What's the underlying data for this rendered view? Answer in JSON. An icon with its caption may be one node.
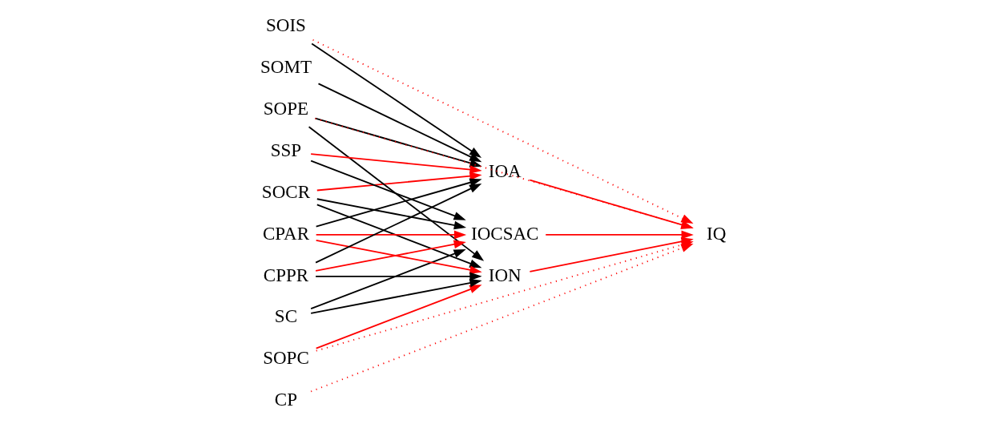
{
  "diagram": {
    "nodes": [
      {
        "text": [
          "SOIS"
        ]
      },
      {
        "text": [
          "SOMT"
        ]
      },
      {
        "text": [
          "SOCR"
        ]
      },
      {
        "text": [
          "SOPE"
        ]
      },
      {
        "text": [
          "SOPC"
        ]
      },
      {
        "text": [
          "SSP"
        ]
      },
      {
        "text": [
          "SC"
        ]
      },
      {
        "text": [
          "CPAR"
        ]
      },
      {
        "text": [
          "CPPR"
        ]
      },
      {
        "text": [
          "CP"
        ]
      },
      {
        "text": [
          "IOA"
        ]
      },
      {
        "text": [
          "IOCSAC"
        ]
      },
      {
        "text": [
          "ION"
        ]
      },
      {
        "text": [
          "IQ"
        ]
      }
    ],
    "edges": [
      {
        "from": 0,
        "to": 10,
        "arrow": "to",
        "color": "#000000"
      },
      {
        "from": 0,
        "to": 13,
        "arrow": "to",
        "style": "dashed",
        "color": "#ff0000"
      },
      {
        "from": 1,
        "to": 10,
        "arrow": "to",
        "color": "#000000"
      },
      {
        "from": 2,
        "to": 10,
        "arrow": "to",
        "color": "#ff0000"
      },
      {
        "from": 2,
        "to": 11,
        "arrow": "to",
        "color": "#000000"
      },
      {
        "from": 2,
        "to": 12,
        "arrow": "to",
        "color": "#000000"
      },
      {
        "from": 3,
        "to": 10,
        "arrow": "to",
        "color": "#000000"
      },
      {
        "from": 3,
        "to": 12,
        "arrow": "to",
        "color": "#000000"
      },
      {
        "from": 3,
        "to": 13,
        "arrow": "to",
        "style": "dashed",
        "color": "#ff0000"
      },
      {
        "from": 4,
        "to": 12,
        "arrow": "to",
        "color": "#ff0000"
      },
      {
        "from": 4,
        "to": 13,
        "arrow": "to",
        "style": "dashed",
        "color": "#ff0000"
      },
      {
        "from": 5,
        "to": 10,
        "arrow": "to",
        "color": "#ff0000"
      },
      {
        "from": 5,
        "to": 11,
        "arrow": "to",
        "color": "#000000"
      },
      {
        "from": 6,
        "to": 11,
        "arrow": "to",
        "color": "#000000"
      },
      {
        "from": 6,
        "to": 12,
        "arrow": "to",
        "color": "#000000"
      },
      {
        "from": 7,
        "to": 10,
        "arrow": "to",
        "color": "#000000"
      },
      {
        "from": 7,
        "to": 11,
        "arrow": "to",
        "color": "#ff0000"
      },
      {
        "from": 7,
        "to": 12,
        "arrow": "to",
        "color": "#ff0000"
      },
      {
        "from": 8,
        "to": 10,
        "arrow": "to",
        "color": "#000000"
      },
      {
        "from": 8,
        "to": 11,
        "arrow": "to",
        "color": "#ff0000"
      },
      {
        "from": 8,
        "to": 12,
        "arrow": "to",
        "color": "#000000"
      },
      {
        "from": 9,
        "to": 13,
        "arrow": "to",
        "style": "dashed",
        "color": "#ff0000"
      },
      {
        "from": 10,
        "to": 13,
        "arrow": "to",
        "color": "#ff0000"
      },
      {
        "from": 11,
        "to": 13,
        "arrow": "to",
        "color": "#ff0000"
      },
      {
        "from": 12,
        "to": 13,
        "arrow": "to",
        "color": "#ff0000"
      }
    ]
  }
}
